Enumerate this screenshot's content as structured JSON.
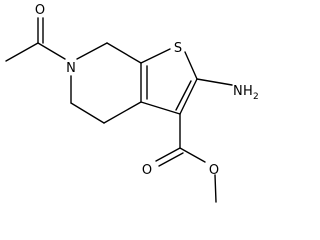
{
  "structure": {
    "atoms": {
      "sulfur": "S",
      "ring_nitrogen": "N",
      "acetyl_oxygen": "O",
      "carbonyl_oxygen": "O",
      "ester_oxygen": "O",
      "amine_n": "N",
      "amine_h": "H",
      "amine_count": "2"
    }
  }
}
